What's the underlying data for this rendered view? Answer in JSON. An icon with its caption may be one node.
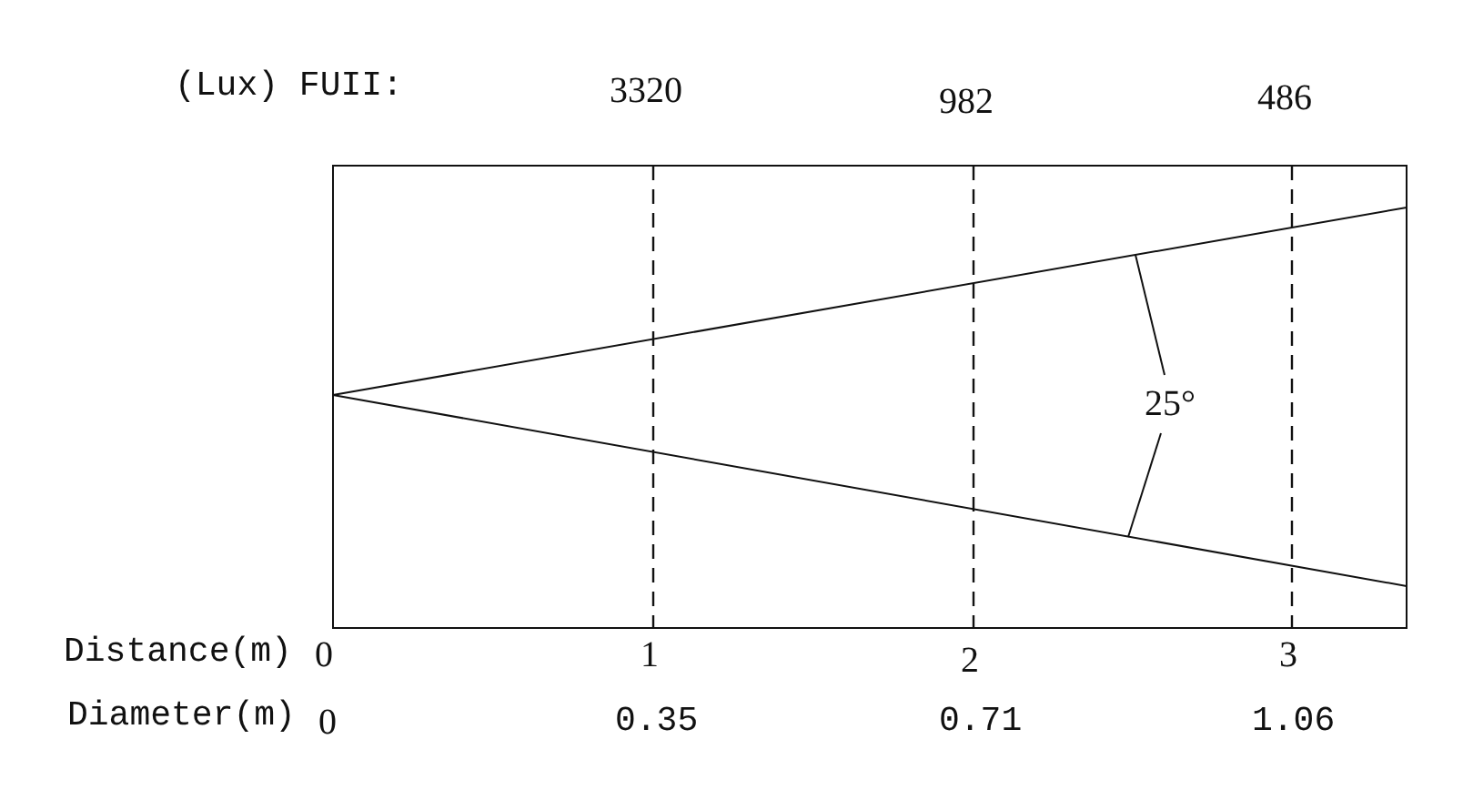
{
  "diagram": {
    "labels": [
      "(Lux) FUII:",
      "3320",
      "982",
      "486",
      "25°",
      "Distance(m)",
      "0",
      "1",
      "2",
      "3",
      "Diameter(m)",
      "0",
      "0.35",
      "0.71",
      "1.06"
    ]
  }
}
